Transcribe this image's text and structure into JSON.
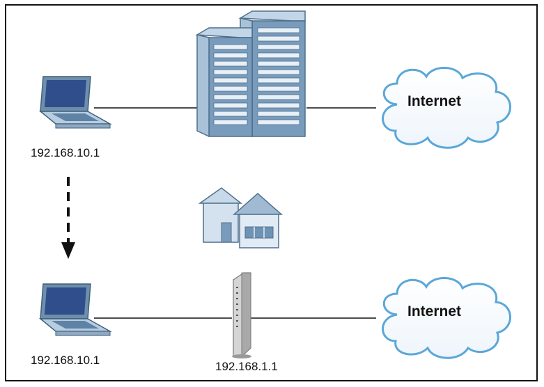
{
  "top_row": {
    "laptop_ip": "192.168.10.1",
    "cloud_label": "Internet",
    "server_icon": "server-rack-icon"
  },
  "bottom_row": {
    "laptop_ip": "192.168.10.1",
    "router_ip": "192.168.1.1",
    "cloud_label": "Internet",
    "router_icon": "router-icon"
  },
  "middle": {
    "house_icon": "house-icon",
    "arrow_icon": "dashed-down-arrow-icon"
  },
  "colors": {
    "device_blue": "#7f9fba",
    "device_light": "#d7e3ee",
    "cloud_edge": "#5aa7d9",
    "router_gray": "#c9c9c9",
    "line": "#111111"
  }
}
